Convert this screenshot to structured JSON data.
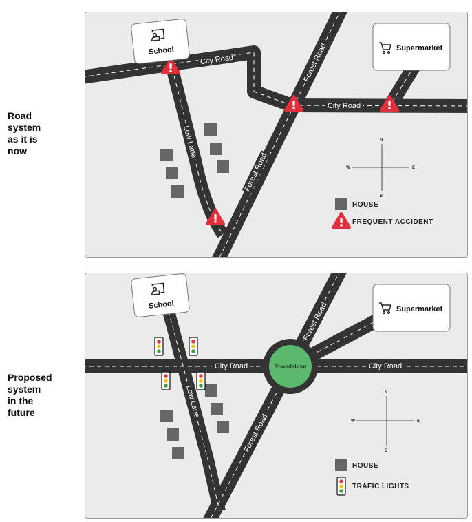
{
  "panel_current": {
    "side_label": [
      "Road",
      "system",
      "as it is",
      "now"
    ],
    "school_label": "School",
    "supermarket_label": "Supermarket",
    "road_labels": {
      "city_road_west": "City Road",
      "city_road_east": "City Road",
      "forest_road_north": "Forest Road",
      "forest_road_south": "Forest Road",
      "low_lane": "Low Lane"
    },
    "compass": {
      "n": "N",
      "s": "S",
      "e": "E",
      "w": "W"
    },
    "legend": [
      {
        "icon": "house-icon",
        "label": "HOUSE"
      },
      {
        "icon": "warning-icon",
        "label": "FREQUENT ACCIDENT"
      }
    ]
  },
  "panel_proposed": {
    "side_label": [
      "Proposed",
      "system",
      "in the",
      "future"
    ],
    "school_label": "School",
    "supermarket_label": "Supermarket",
    "roundabout_label": "Roundabout",
    "road_labels": {
      "city_road_west": "City Road",
      "city_road_east": "City Road",
      "forest_road_north": "Forest Road",
      "forest_road_south": "Forest Road",
      "low_lane": "Low Lane"
    },
    "compass": {
      "n": "N",
      "s": "S",
      "e": "E",
      "w": "W"
    },
    "legend": [
      {
        "icon": "house-icon",
        "label": "HOUSE"
      },
      {
        "icon": "traffic-light-icon",
        "label": "TRAFIC LIGHTS"
      }
    ]
  },
  "colors": {
    "map_bg": "#ebebeb",
    "road": "#333333",
    "house": "#666666",
    "warning": "#e0303c",
    "roundabout": "#5cb86c",
    "light_red": "#e53935",
    "light_amber": "#f0c419",
    "light_green": "#43a047"
  }
}
